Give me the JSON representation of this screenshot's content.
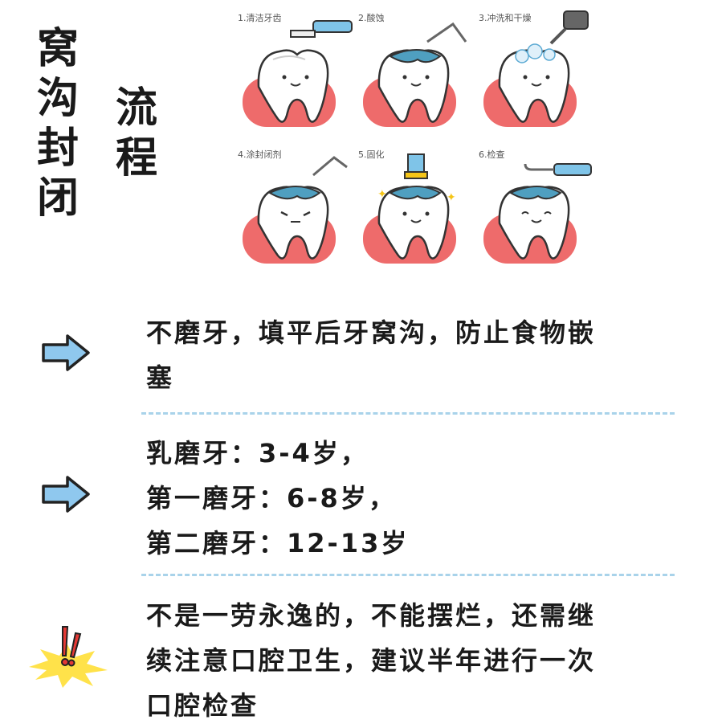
{
  "title": {
    "column1": [
      "窝",
      "沟",
      "封",
      "闭"
    ],
    "column2": [
      "流",
      "程"
    ]
  },
  "steps": [
    {
      "label": "1.清洁牙齿",
      "icon": "toothbrush-icon"
    },
    {
      "label": "2.酸蚀",
      "icon": "etching-tool-icon"
    },
    {
      "label": "3.冲洗和干燥",
      "icon": "water-spray-icon"
    },
    {
      "label": "4.涂封闭剂",
      "icon": "sealant-applicator-icon"
    },
    {
      "label": "5.固化",
      "icon": "curing-light-icon"
    },
    {
      "label": "6.检查",
      "icon": "dental-probe-icon"
    }
  ],
  "points": [
    {
      "icon": "arrow-right-icon",
      "lines": [
        "不磨牙，填平后牙窝沟，防止食物嵌",
        "塞"
      ]
    },
    {
      "icon": "arrow-right-icon",
      "lines": [
        "乳磨牙：3-4岁，",
        "第一磨牙：6-8岁，",
        "第二磨牙：12-13岁"
      ]
    },
    {
      "icon": "warning-exclamation-icon",
      "lines": [
        "不是一劳永逸的，不能摆烂，还需继",
        "续注意口腔卫生，建议半年进行一次",
        "口腔检查"
      ]
    }
  ],
  "colors": {
    "arrow_fill": "#8fc8ee",
    "gum": "#ee6b6b",
    "sealant": "#4f9fc0",
    "divider": "#a9d3ea",
    "warning_star": "#ffe24a",
    "warning_mark": "#e53935"
  }
}
